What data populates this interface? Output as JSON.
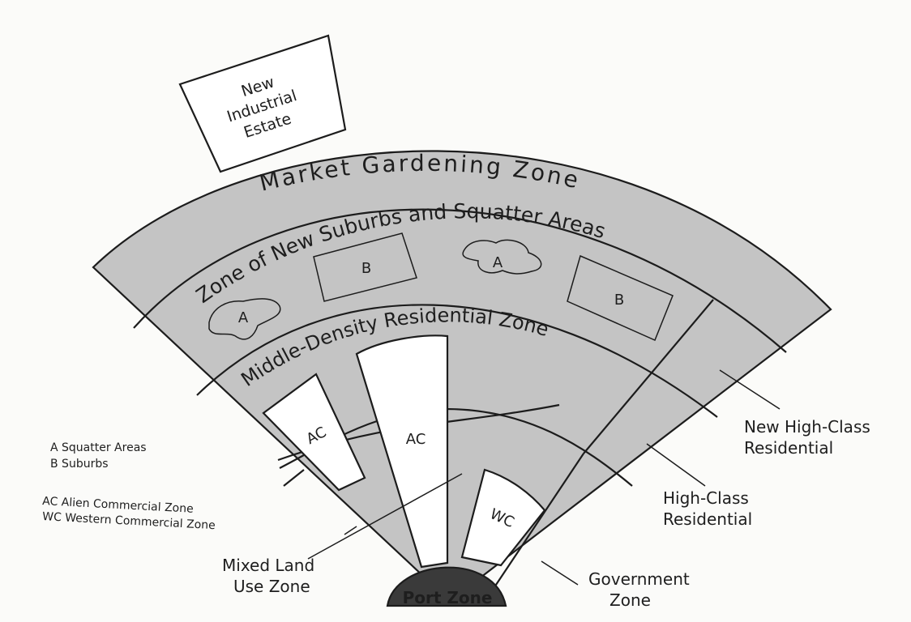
{
  "zones": {
    "market_gardening": "Market Gardening Zone",
    "new_suburbs": "Zone of New Suburbs and Squatter Areas",
    "middle_density": "Middle-Density Residential Zone",
    "port": "Port Zone"
  },
  "industrial_estate": [
    "New",
    "Industrial",
    "Estate"
  ],
  "markers": {
    "suburb": "B",
    "squatter": "A",
    "alien_commercial": "AC",
    "western_commercial": "WC"
  },
  "callouts": {
    "new_high_class": [
      "New High-Class",
      "Residential"
    ],
    "high_class": [
      "High-Class",
      "Residential"
    ],
    "government": [
      "Government",
      "Zone"
    ],
    "mixed_land_use": [
      "Mixed Land",
      "Use Zone"
    ]
  },
  "key": {
    "a": "A  Squatter Areas",
    "b": "B  Suburbs",
    "ac": "AC  Alien Commercial Zone",
    "wc": "WC  Western Commercial Zone"
  },
  "colors": {
    "zone_fill": "#c4c4c4",
    "port_fill": "#3a3a3a",
    "outline": "#1c1c1c",
    "background": "#fbfbf9"
  }
}
